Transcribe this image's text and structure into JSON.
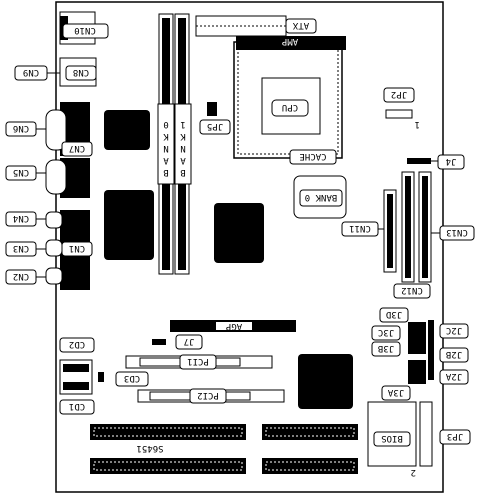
{
  "labels": {
    "cn10": "CN10",
    "cn9": "CN9",
    "cn8": "CN8",
    "cn6": "CN6",
    "cn7": "CN7",
    "cn5": "CN5",
    "cn4": "CN4",
    "cn3": "CN3",
    "cn1": "CN1",
    "cn2": "CN2",
    "atx": "ATX",
    "amp": "AMP",
    "cpu": "CPU",
    "cache": "CACHE",
    "jp2": "JP2",
    "jp5": "JP5",
    "j4": "J4",
    "bank0": "BANK 0",
    "bank0_left": "BANK0",
    "bank1": "BANK1",
    "cn11": "CN11",
    "cn13": "CN13",
    "cn12": "CN12",
    "j3d": "J3D",
    "j3c": "J3C",
    "j3b": "J3B",
    "j3a": "J3A",
    "j2c": "J2C",
    "j2b": "J2B",
    "j2a": "J2A",
    "cd2": "CD2",
    "cd3": "CD3",
    "cd1": "CD1",
    "j7": "J7",
    "agp": "AGP",
    "pci1": "PCI1",
    "pci2": "PCI2",
    "bios": "BIOS",
    "jp3": "JP3",
    "board_id": "S6451",
    "pin1": "1",
    "pin2": "2"
  }
}
